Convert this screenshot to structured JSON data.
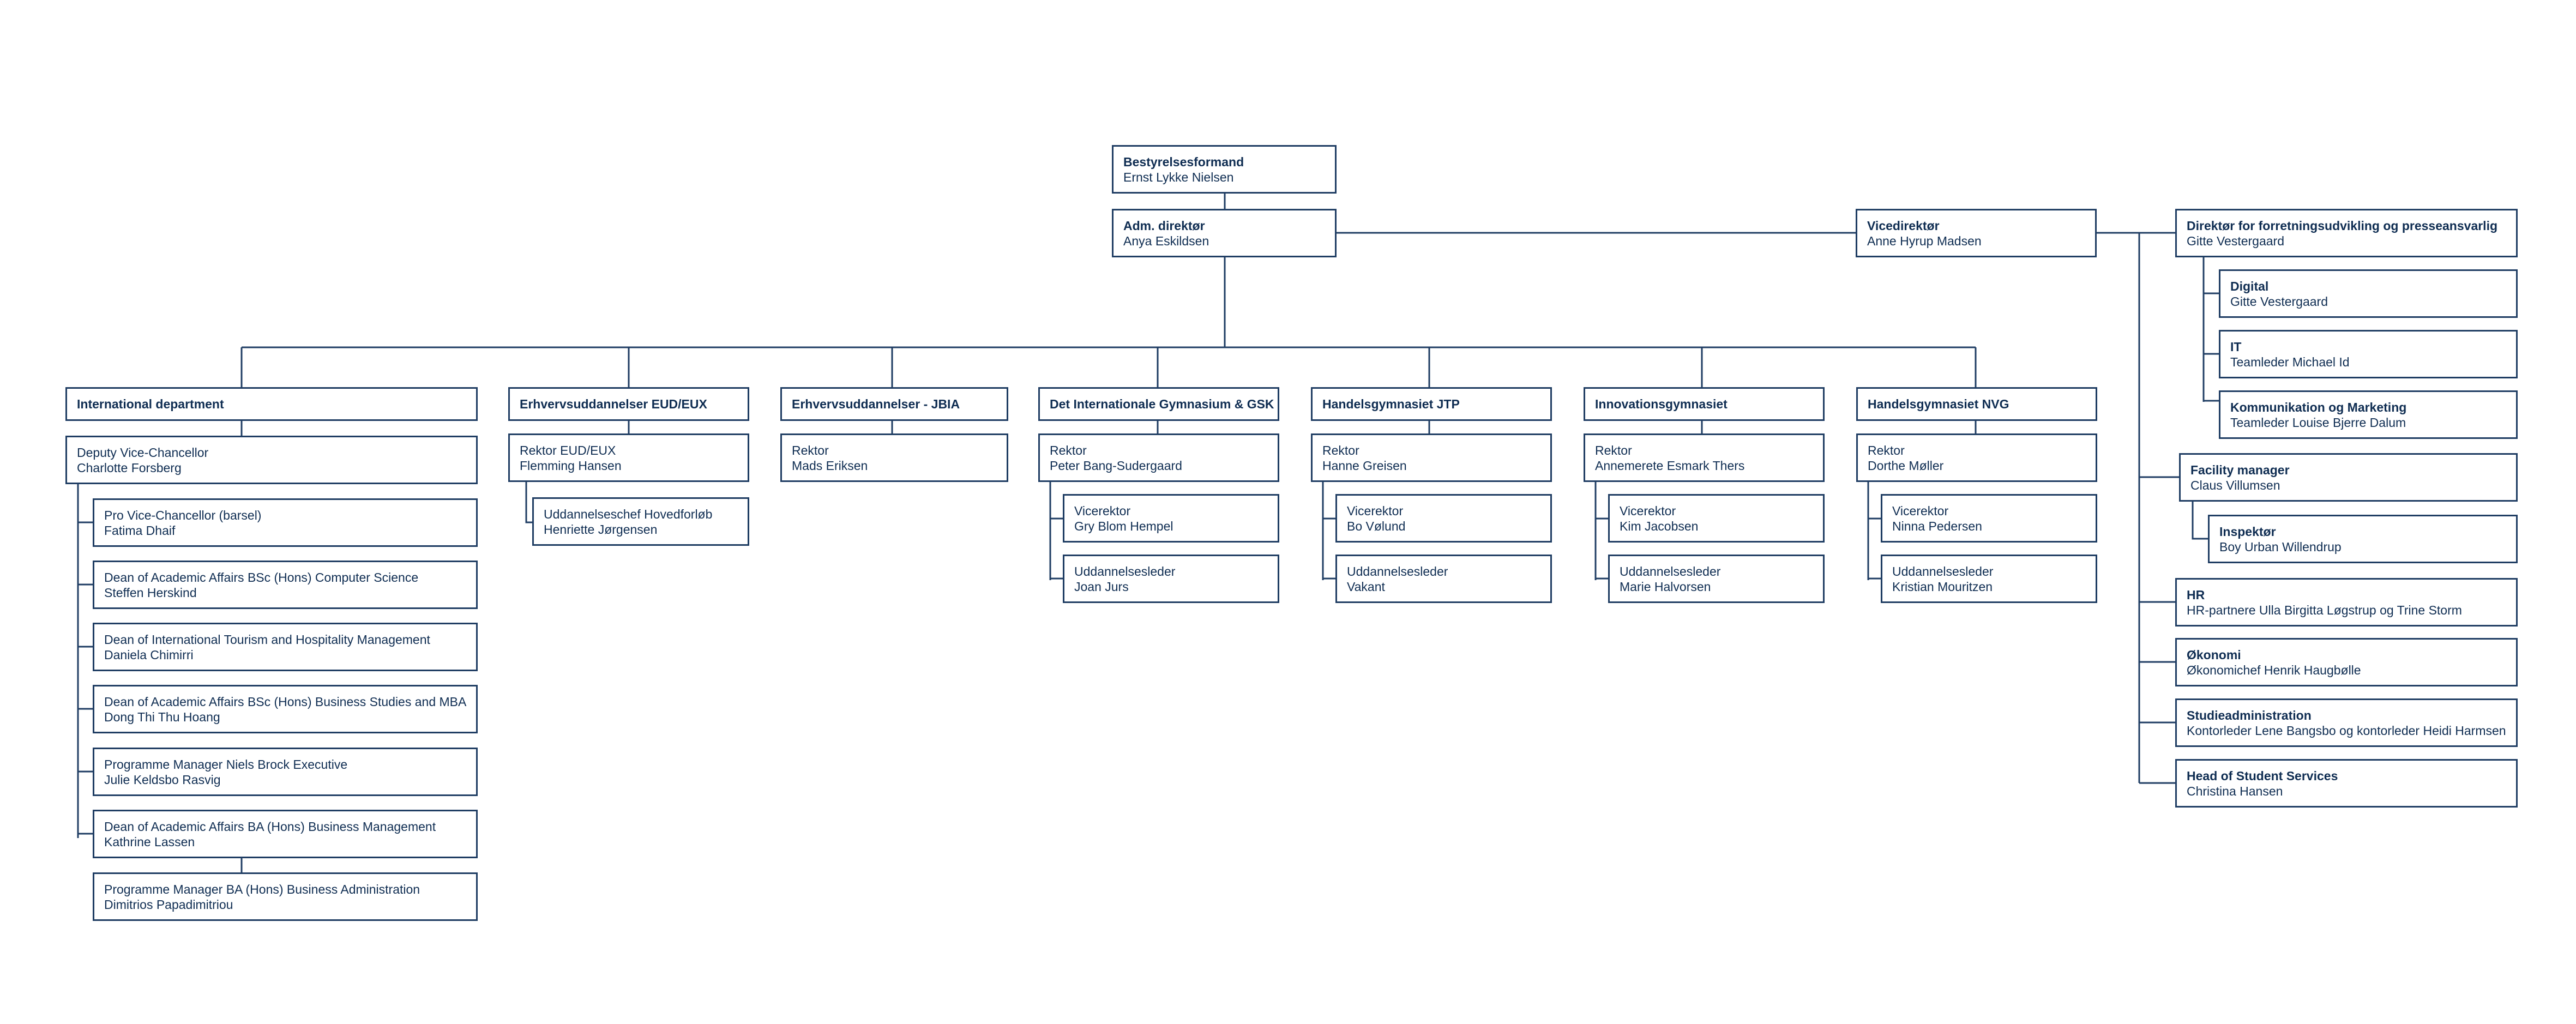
{
  "top": {
    "chair": {
      "title": "Bestyrelsesformand",
      "name": "Ernst Lykke Nielsen"
    },
    "ceo": {
      "title": "Adm. direktør",
      "name": "Anya Eskildsen"
    },
    "vice": {
      "title": "Vicedirektør",
      "name": "Anne Hyrup Madsen"
    }
  },
  "international": {
    "head": "International department",
    "deputy": {
      "role": "Deputy Vice-Chancellor",
      "name": "Charlotte Forsberg"
    },
    "items": [
      {
        "role": "Pro Vice-Chancellor (barsel)",
        "name": "Fatima Dhaif"
      },
      {
        "role": "Dean of Academic Affairs BSc (Hons) Computer Science",
        "name": "Steffen Herskind"
      },
      {
        "role": "Dean of International Tourism and Hospitality Management",
        "name": "Daniela Chimirri"
      },
      {
        "role": "Dean of Academic Affairs BSc (Hons) Business Studies and MBA",
        "name": "Dong Thi Thu Hoang"
      },
      {
        "role": "Programme Manager Niels Brock Executive",
        "name": "Julie Keldsbo Rasvig"
      },
      {
        "role": "Dean of Academic Affairs BA (Hons) Business Management",
        "name": "Kathrine Lassen"
      },
      {
        "role": "Programme Manager BA (Hons) Business Administration",
        "name": "Dimitrios Papadimitriou"
      }
    ]
  },
  "eud": {
    "head": "Erhvervsuddannelser EUD/EUX",
    "rektor": {
      "role": "Rektor EUD/EUX",
      "name": "Flemming Hansen"
    },
    "sub": {
      "role": "Uddannelseschef Hovedforløb",
      "name": "Henriette Jørgensen"
    }
  },
  "jbia": {
    "head": "Erhvervsuddannelser - JBIA",
    "rektor": {
      "role": "Rektor",
      "name": "Mads Eriksen"
    }
  },
  "gsk": {
    "head": "Det Internationale Gymnasium & GSK",
    "rektor": {
      "role": "Rektor",
      "name": "Peter Bang-Sudergaard"
    },
    "vice": {
      "role": "Vicerektor",
      "name": "Gry Blom Hempel"
    },
    "leder": {
      "role": "Uddannelsesleder",
      "name": "Joan Jurs"
    }
  },
  "jtp": {
    "head": "Handelsgymnasiet JTP",
    "rektor": {
      "role": "Rektor",
      "name": "Hanne Greisen"
    },
    "vice": {
      "role": "Vicerektor",
      "name": "Bo Vølund"
    },
    "leder": {
      "role": "Uddannelsesleder",
      "name": "Vakant"
    }
  },
  "innov": {
    "head": "Innovationsgymnasiet",
    "rektor": {
      "role": "Rektor",
      "name": "Annemerete Esmark Thers"
    },
    "vice": {
      "role": "Vicerektor",
      "name": "Kim Jacobsen"
    },
    "leder": {
      "role": "Uddannelsesleder",
      "name": "Marie Halvorsen"
    }
  },
  "nvg": {
    "head": "Handelsgymnasiet NVG",
    "rektor": {
      "role": "Rektor",
      "name": "Dorthe Møller"
    },
    "vice": {
      "role": "Vicerektor",
      "name": "Ninna Pedersen"
    },
    "leder": {
      "role": "Uddannelsesleder",
      "name": "Kristian Mouritzen"
    }
  },
  "right": {
    "director": {
      "title": "Direktør for forretningsudvikling og presseansvarlig",
      "name": "Gitte Vestergaard"
    },
    "digital": {
      "title": "Digital",
      "name": "Gitte Vestergaard"
    },
    "it": {
      "title": "IT",
      "name": "Teamleder Michael Id"
    },
    "komm": {
      "title": "Kommunikation og Marketing",
      "name": "Teamleder Louise Bjerre Dalum"
    },
    "facility": {
      "title": "Facility manager",
      "name": "Claus Villumsen"
    },
    "inspektor": {
      "title": "Inspektør",
      "name": "Boy Urban Willendrup"
    },
    "hr": {
      "title": "HR",
      "name": "HR-partnere Ulla Birgitta Løgstrup og Trine Storm"
    },
    "okonomi": {
      "title": "Økonomi",
      "name": "Økonomichef Henrik Haugbølle"
    },
    "studie": {
      "title": "Studieadministration",
      "name": "Kontorleder Lene Bangsbo og kontorleder Heidi Harmsen"
    },
    "student": {
      "title": "Head of Student Services",
      "name": "Christina Hansen"
    }
  }
}
